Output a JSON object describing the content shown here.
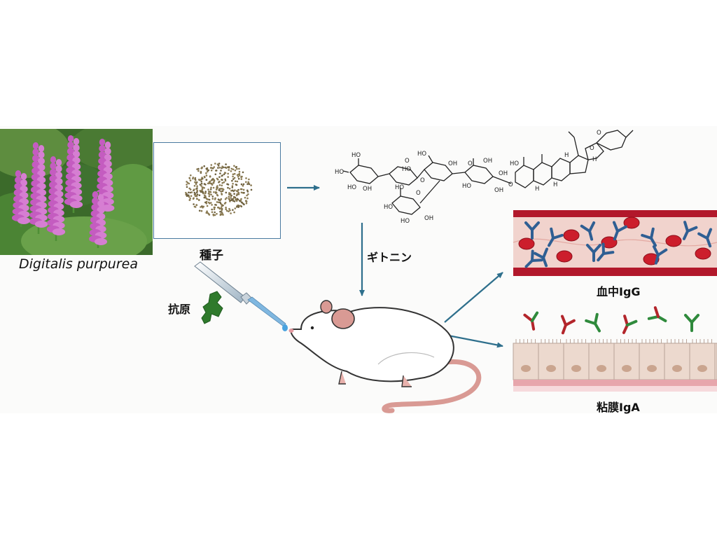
{
  "plant": {
    "caption": "Digitalis purpurea"
  },
  "seed": {
    "label": "種子"
  },
  "compound": {
    "name": "ギトニン",
    "substituents": [
      "HO",
      "OH",
      "O",
      "H"
    ]
  },
  "antigen": {
    "label": "抗原"
  },
  "outputs": {
    "blood_label": "血中IgG",
    "mucosa_label": "粘膜IgA"
  },
  "colors": {
    "arrow": "#2e6f8c",
    "vessel": "#b2182b",
    "vessel_inner": "#e8b6b0",
    "rbc": "#cc1e2c",
    "antibody_blue": "#2f5f93",
    "antibody_green": "#2f8a3c",
    "antibody_red": "#b3252b",
    "epithelium": "#ecd9ce",
    "flower": "#c45cc0",
    "leaf": "#4f8f36",
    "seed": "#8a7a52",
    "antigen": "#2f7a2c",
    "mouse_pink": "#d99a94"
  }
}
